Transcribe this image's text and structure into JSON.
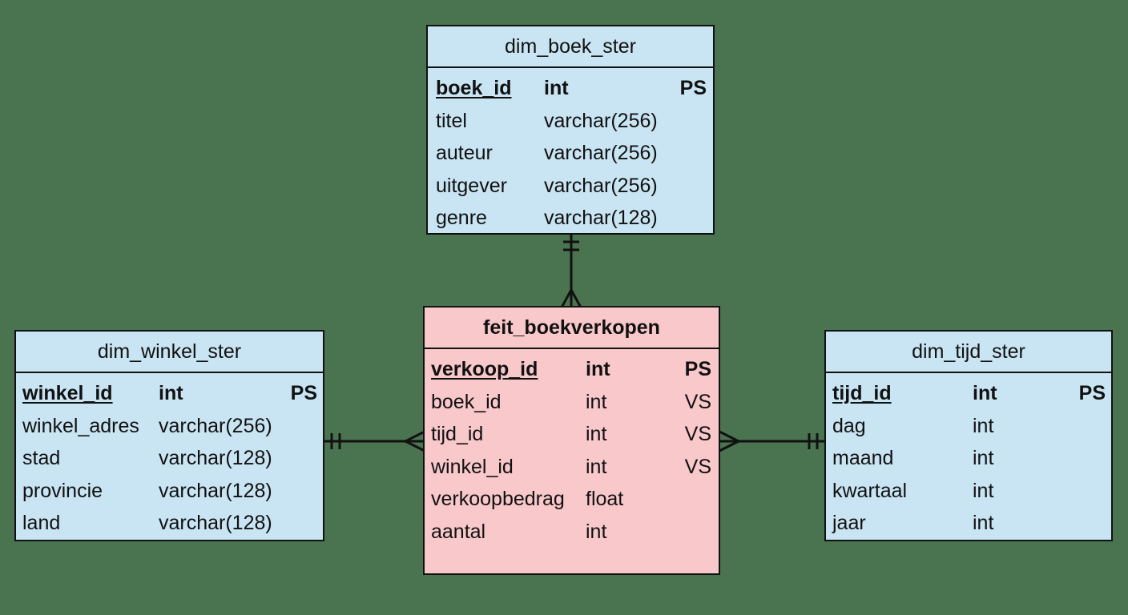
{
  "entities": {
    "boek": {
      "name": "dim_boek_ster",
      "fields": [
        {
          "name": "boek_id",
          "type": "int",
          "key": "PS"
        },
        {
          "name": "titel",
          "type": "varchar(256)",
          "key": ""
        },
        {
          "name": "auteur",
          "type": "varchar(256)",
          "key": ""
        },
        {
          "name": "uitgever",
          "type": "varchar(256)",
          "key": ""
        },
        {
          "name": "genre",
          "type": "varchar(128)",
          "key": ""
        }
      ]
    },
    "feit": {
      "name": "feit_boekverkopen",
      "fields": [
        {
          "name": "verkoop_id",
          "type": "int",
          "key": "PS"
        },
        {
          "name": "boek_id",
          "type": "int",
          "key": "VS"
        },
        {
          "name": "tijd_id",
          "type": "int",
          "key": "VS"
        },
        {
          "name": "winkel_id",
          "type": "int",
          "key": "VS"
        },
        {
          "name": "verkoopbedrag",
          "type": "float",
          "key": ""
        },
        {
          "name": "aantal",
          "type": "int",
          "key": ""
        }
      ]
    },
    "winkel": {
      "name": "dim_winkel_ster",
      "fields": [
        {
          "name": "winkel_id",
          "type": "int",
          "key": "PS"
        },
        {
          "name": "winkel_adres",
          "type": "varchar(256)",
          "key": ""
        },
        {
          "name": "stad",
          "type": "varchar(128)",
          "key": ""
        },
        {
          "name": "provincie",
          "type": "varchar(128)",
          "key": ""
        },
        {
          "name": "land",
          "type": "varchar(128)",
          "key": ""
        }
      ]
    },
    "tijd": {
      "name": "dim_tijd_ster",
      "fields": [
        {
          "name": "tijd_id",
          "type": "int",
          "key": "PS"
        },
        {
          "name": "dag",
          "type": "int",
          "key": ""
        },
        {
          "name": "maand",
          "type": "int",
          "key": ""
        },
        {
          "name": "kwartaal",
          "type": "int",
          "key": ""
        },
        {
          "name": "jaar",
          "type": "int",
          "key": ""
        }
      ]
    }
  },
  "relationships": [
    {
      "from": "boek",
      "to": "feit",
      "from_cardinality": "one",
      "to_cardinality": "many"
    },
    {
      "from": "winkel",
      "to": "feit",
      "from_cardinality": "one",
      "to_cardinality": "many"
    },
    {
      "from": "tijd",
      "to": "feit",
      "from_cardinality": "one",
      "to_cardinality": "many"
    }
  ],
  "colors": {
    "background": "#4a7350",
    "dimension_fill": "#c9e4f3",
    "fact_fill": "#f8c8cb",
    "line": "#111111"
  }
}
